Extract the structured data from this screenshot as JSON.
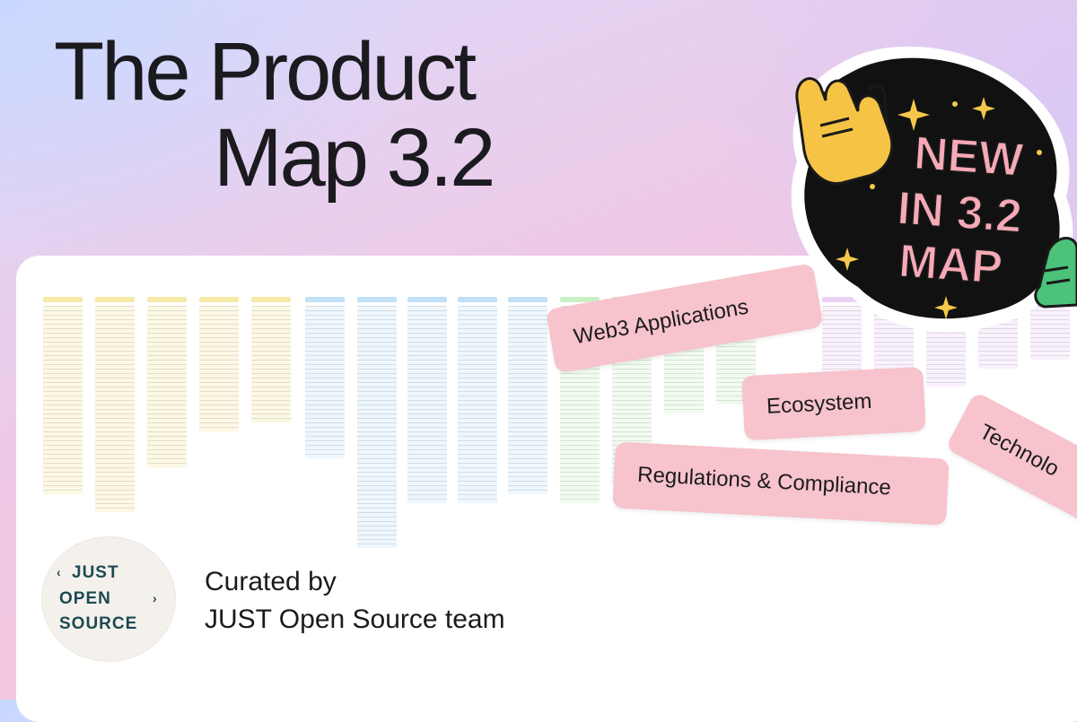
{
  "title": {
    "line1": "The Product",
    "line2": "Map 3.2"
  },
  "badge": {
    "line1": "NEW",
    "line2": "IN 3.2",
    "line3": "MAP",
    "colors": {
      "blob": "#111111",
      "text": "#f6a9b6",
      "sparkle": "#f5c84b",
      "hand_yellow": "#f6c445",
      "hand_green": "#4cc27a"
    }
  },
  "stickers": {
    "web3": "Web3 Applications",
    "ecosystem": "Ecosystem",
    "regulations": "Regulations & Compliance",
    "technology": "Technolo"
  },
  "logo": {
    "line1": "JUST",
    "line2": "OPEN",
    "line3": "SOURCE",
    "bracket_left": "‹",
    "bracket_right": "›"
  },
  "credit": {
    "line1": "Curated by",
    "line2": "JUST Open Source team"
  },
  "colors": {
    "sticker": "#f7c3cc",
    "panel": "#ffffff",
    "logo_text": "#1d4a52"
  }
}
